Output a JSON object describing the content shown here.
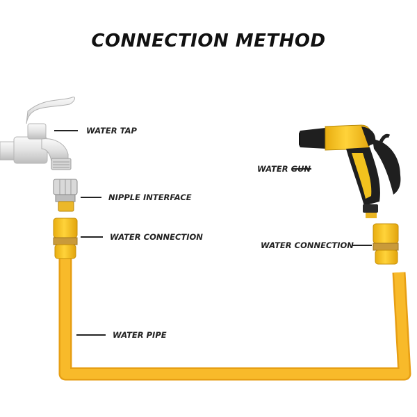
{
  "title": "CONNECTION METHOD",
  "labels": {
    "water_tap": "WATER TAP",
    "nipple_interface": "NIPPLE INTERFACE",
    "water_connection_left": "WATER CONNECTION",
    "water_pipe": "WATER PIPE",
    "water_gun": "WATER GUN",
    "water_connection_right": "WATER CONNECTION"
  },
  "colors": {
    "pipe": "#f6b31f",
    "connector_yellow": "#f3c21a",
    "connector_band": "#c99a3a",
    "tap_metal": "#e6e6e6",
    "gun_black": "#1f1f1f",
    "text": "#222222"
  }
}
